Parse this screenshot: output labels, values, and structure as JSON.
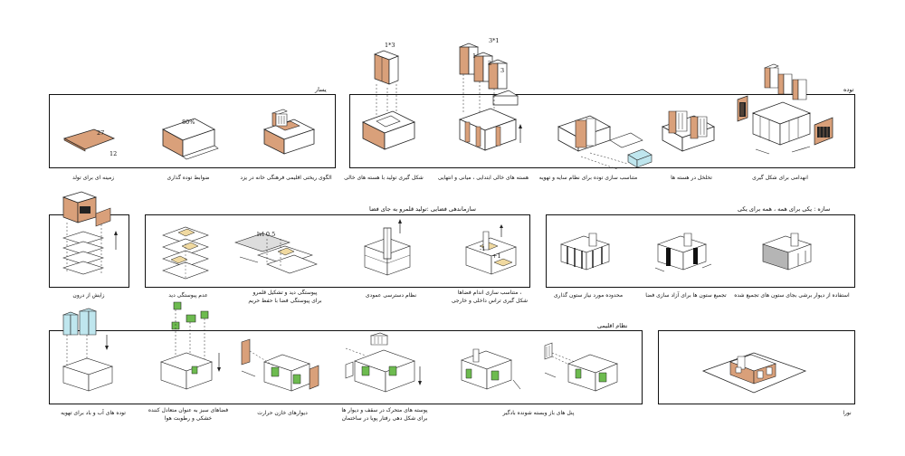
{
  "sections": {
    "yasar": "یسار",
    "tode": "توده",
    "saze": "سازه : یکی برای همه ، همه برای یکی",
    "sazmandehi": "سازماندهی فضایی :تولید قلمرو به جای فضا",
    "nezam": "نظام اقلیمی"
  },
  "row1": {
    "c1": "زمینه ای برای تولد",
    "c2": "ضوابط توده گذاری",
    "c3": "الگوی  ریختی اقلیمی فرهنگی خانه در یزد",
    "c4": "شکل گیری تولید با هسته های خالی",
    "c5": "هسته های خالی ابتدایی ، میانی و انتهایی",
    "c6": "متناسب سازی توده برای نظام سایه و تهویه",
    "c7": "تخلخل در هسته ها",
    "c8": "انهدامی برای شکل گیری"
  },
  "row2": {
    "c1": "زایش از درون",
    "c2": "عدم پیوستگی دید",
    "c3a": "پیوستگی دید و تشکیل قلمرو",
    "c3b": "برای پیوستگی فضا با حفظ حریم",
    "c4": "نظام دسترسی عمودی",
    "c5a": "، متناسب سازی اندام فضاها",
    "c5b": "شکل گیری تراس داخلی و خارجی",
    "c6": "محدوده مورد نیاز ستون گذاری",
    "c7": "تجمیع ستون ها برای آزاد سازی فضا",
    "c8": "استفاده از دیوار برشی بجای ستون های تجمیع شده"
  },
  "row3": {
    "c1": "توده های آب و باد برای تهویه",
    "c2a": "فضاهای سبز به عنوان متعادل کننده",
    "c2b": "خشکی و رطوبت هوا",
    "c3": "دیوارهای خازن حرارت",
    "c4a": "پوسته های متحرک در سقف و دیوار ها",
    "c4b": "برای شکل دهی رفتار پویا در ساختمان",
    "c5": "پنل های باز وبسته شونده بادگیر",
    "c6": "نورا"
  },
  "labels": {
    "n27": "27",
    "n12": "12",
    "p80": "80%",
    "r13": "1*3",
    "r31": "3*1",
    "n1": "1",
    "n2": "2",
    "n3": "3",
    "lvl": "lvl 0.5",
    "m1": "-1",
    "p1": "+1"
  },
  "colors": {
    "tan": "#d9a07a",
    "green": "#6dbb4f",
    "cyan": "#bfe6ee",
    "yellow": "#f0d9a0",
    "grey": "#b5b5b5"
  }
}
